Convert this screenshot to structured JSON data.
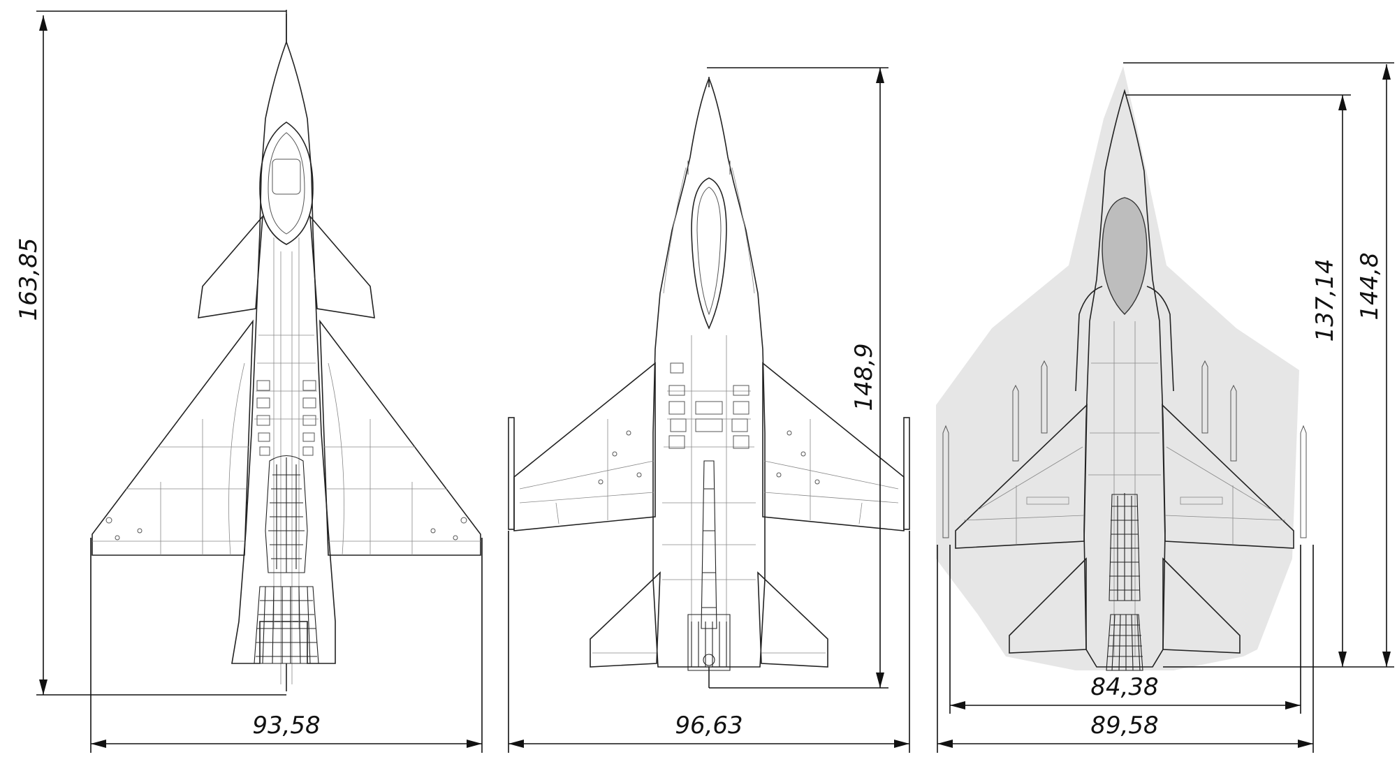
{
  "diagram": {
    "aircraft": [
      {
        "id": "delta-wing",
        "dimensions": {
          "length": "163,85",
          "span": "93,58"
        }
      },
      {
        "id": "swept-wing",
        "dimensions": {
          "length": "148,9",
          "span": "96,63"
        }
      },
      {
        "id": "trapezoid-wing",
        "dimensions": {
          "length_inner": "137,14",
          "length_outer": "144,8",
          "span_inner": "84,38",
          "span_outer": "89,58"
        }
      }
    ]
  }
}
